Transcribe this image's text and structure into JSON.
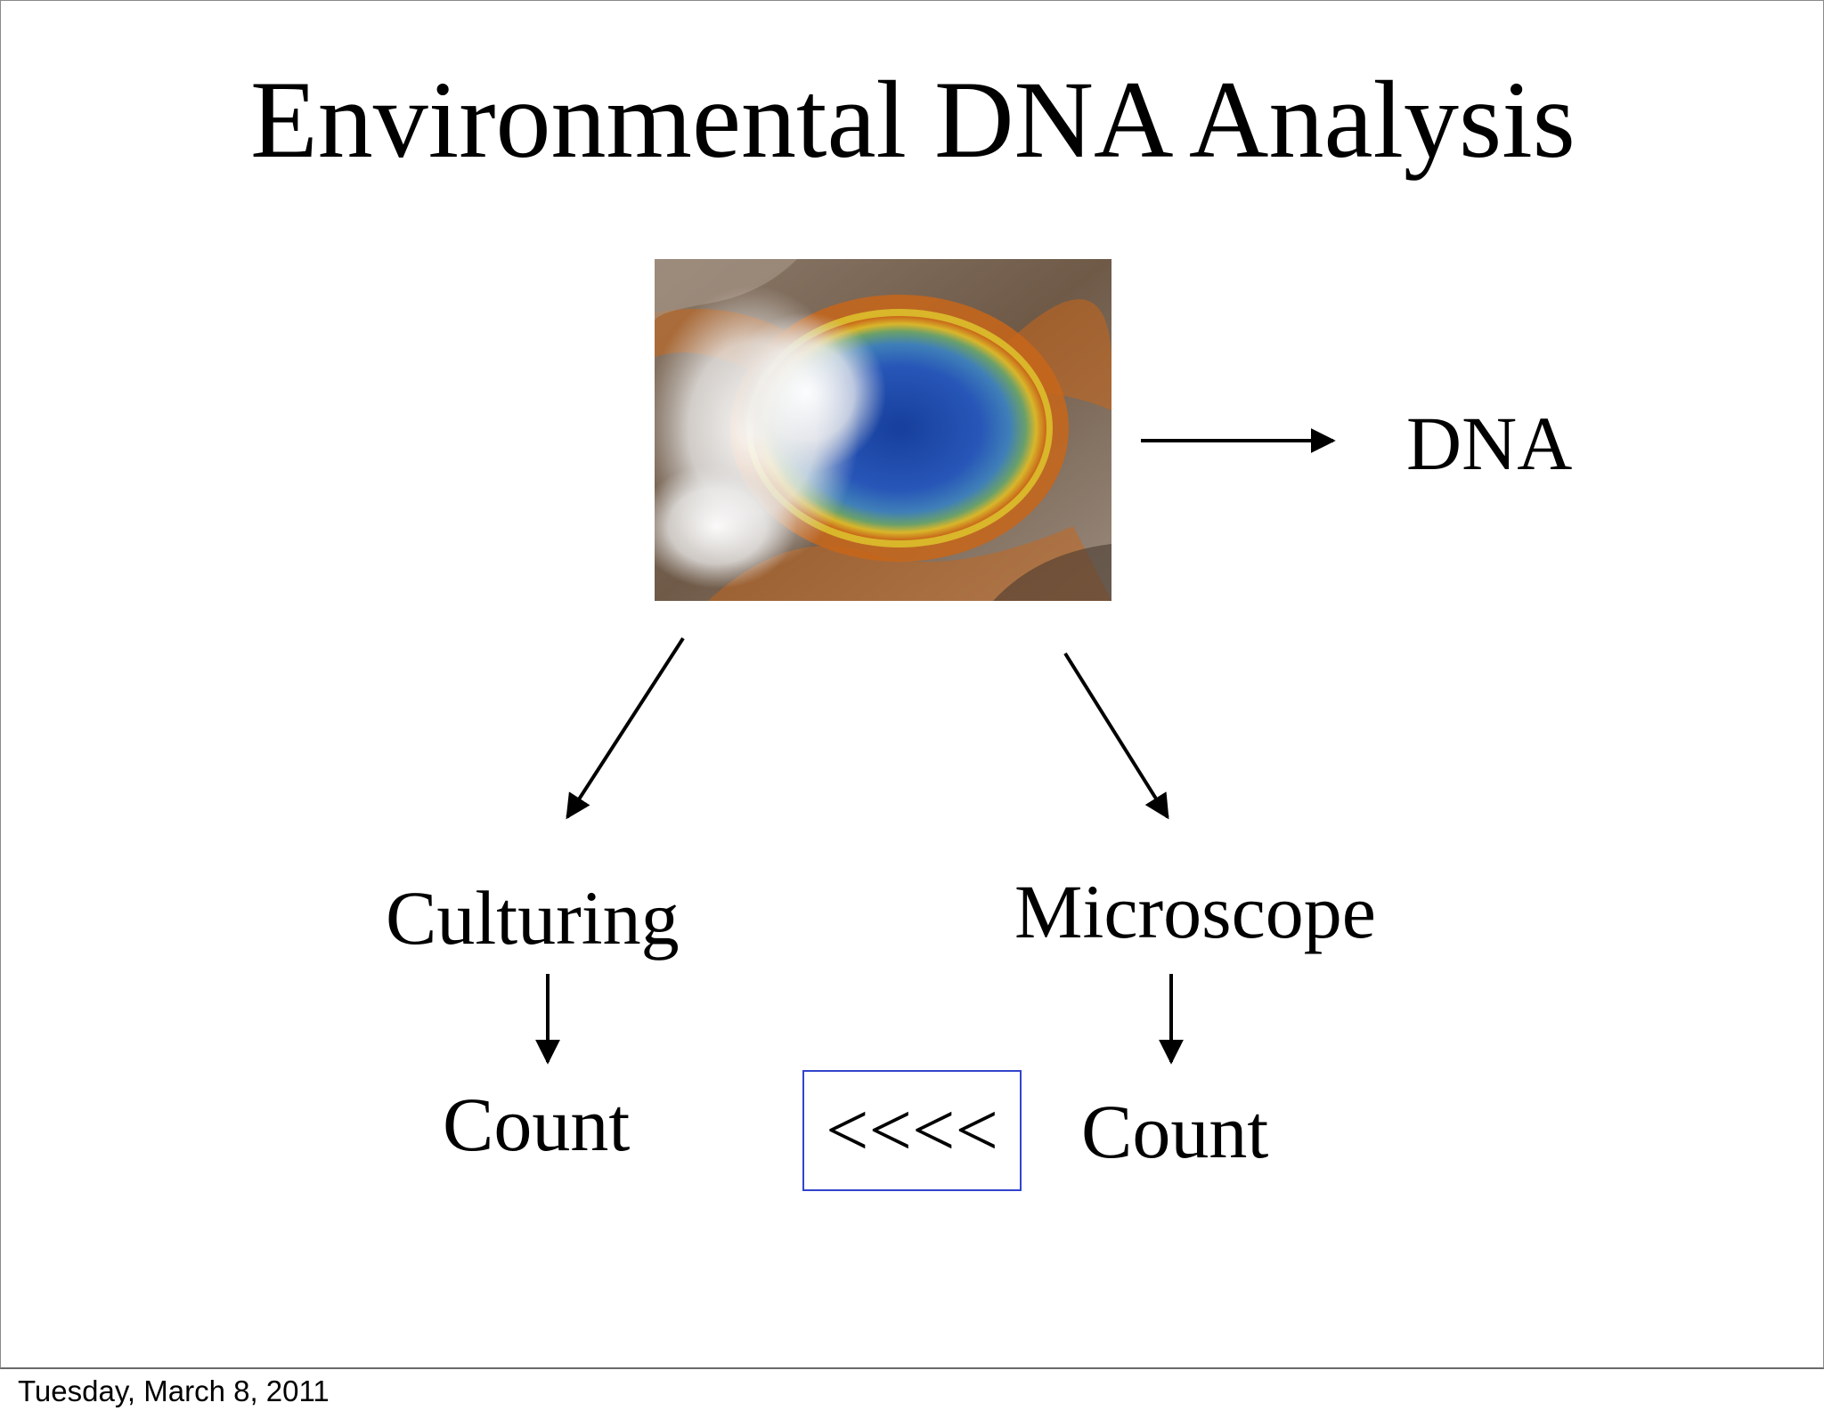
{
  "slide": {
    "title": "Environmental DNA Analysis"
  },
  "photo": {
    "description_icon": "hot-spring-aerial-photo-icon",
    "colors": {
      "center": "#1e4fae",
      "ring_yellow": "#d9b62a",
      "ring_orange": "#c8661a",
      "ground": "#7a6452",
      "steam": "#f2f2f2"
    }
  },
  "nodes": {
    "dna": "DNA",
    "culturing": "Culturing",
    "microscope": "Microscope",
    "count_left": "Count",
    "count_right": "Count"
  },
  "comparison": {
    "symbol": "<<<<",
    "border_color": "#3344cc"
  },
  "footer": {
    "date": "Tuesday, March 8, 2011"
  }
}
